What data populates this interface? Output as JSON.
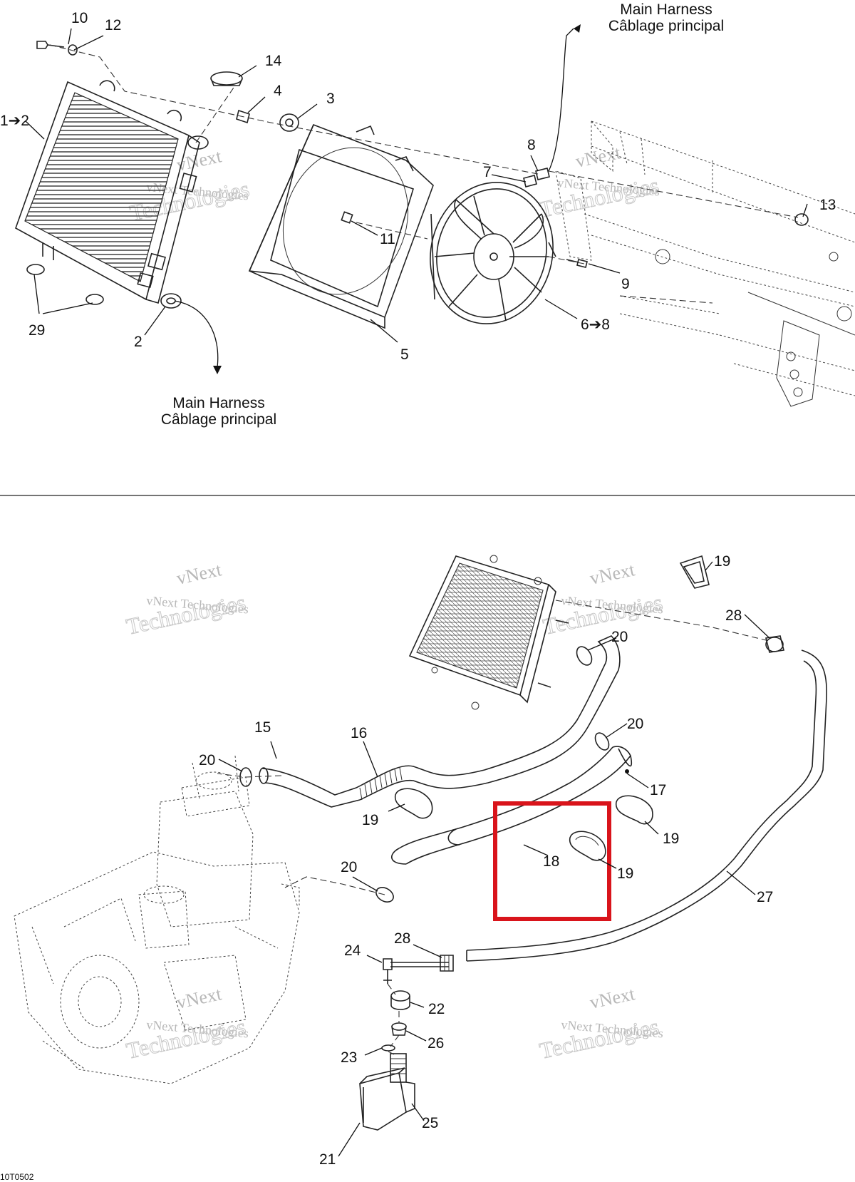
{
  "labels": {
    "l10": "10",
    "l12": "12",
    "l14": "14",
    "l4": "4",
    "l3": "3",
    "l1to2": "1➔2",
    "l8": "8",
    "l7": "7",
    "l13": "13",
    "l11": "11",
    "l9": "9",
    "l6to8": "6➔8",
    "l29": "29",
    "l2": "2",
    "l5": "5",
    "l19a": "19",
    "l28a": "28",
    "l20a": "20",
    "l20b": "20",
    "l15": "15",
    "l16": "16",
    "l20c": "20",
    "l17": "17",
    "l19b": "19",
    "l19c": "19",
    "l18": "18",
    "l19d": "19",
    "l20d": "20",
    "l27": "27",
    "l24": "24",
    "l28b": "28",
    "l22": "22",
    "l26": "26",
    "l23": "23",
    "l25": "25",
    "l21": "21"
  },
  "harness_top": {
    "en": "Main Harness",
    "fr": "Câblage principal"
  },
  "harness_bottom": {
    "en": "Main Harness",
    "fr": "Câblage principal"
  },
  "watermark": {
    "line1": "vNext",
    "line2": "vNext Technologies",
    "line3": "Technologies"
  },
  "footer_code": "10T0502",
  "highlight": {
    "color": "#d9141b",
    "part": "18"
  }
}
